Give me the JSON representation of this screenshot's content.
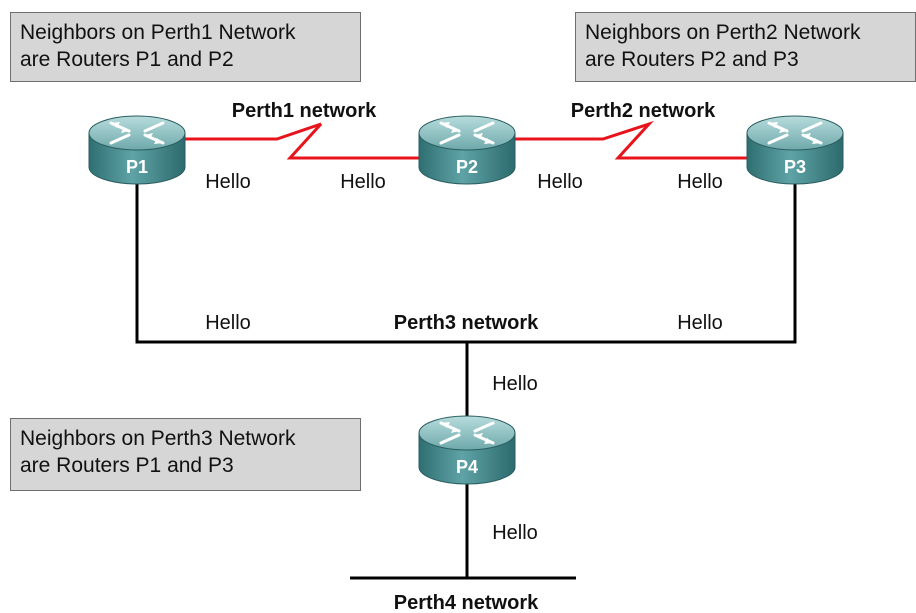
{
  "notes": {
    "perth1": {
      "line1": "Neighbors on Perth1 Network",
      "line2": "are Routers P1 and P2"
    },
    "perth2": {
      "line1": "Neighbors on Perth2 Network",
      "line2": "are Routers P2 and P3"
    },
    "perth3": {
      "line1": "Neighbors on Perth3 Network",
      "line2": "are Routers P1 and P3"
    }
  },
  "networks": {
    "perth1": "Perth1 network",
    "perth2": "Perth2 network",
    "perth3": "Perth3 network",
    "perth4": "Perth4 network"
  },
  "routers": {
    "p1": "P1",
    "p2": "P2",
    "p3": "P3",
    "p4": "P4"
  },
  "hello": "Hello",
  "colors": {
    "serial_link": "#e8141b",
    "ethernet": "#000000",
    "router_top": "#8fc1c3",
    "router_side": "#3d8386",
    "note_bg": "#d6d6d6"
  }
}
